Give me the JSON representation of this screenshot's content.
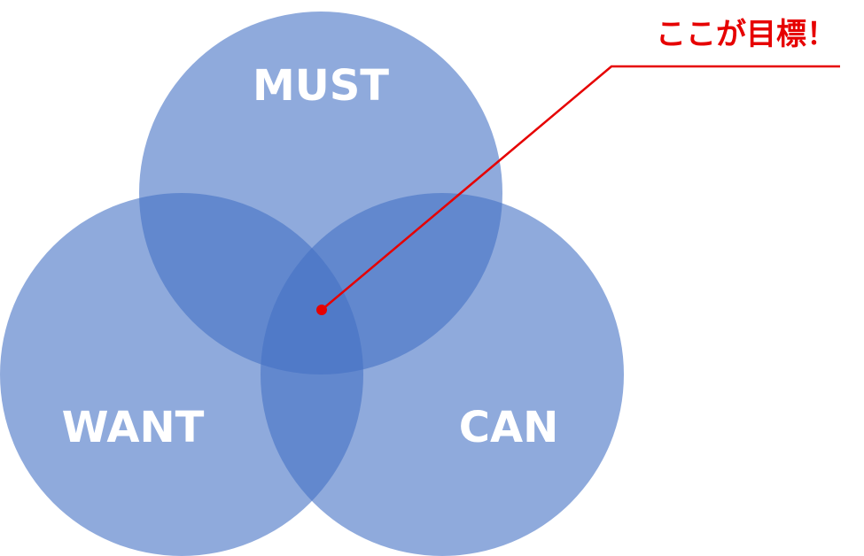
{
  "diagram": {
    "circles": [
      {
        "id": "must",
        "label": "MUST"
      },
      {
        "id": "want",
        "label": "WANT"
      },
      {
        "id": "can",
        "label": "CAN"
      }
    ],
    "annotation": {
      "text": "ここが目標！"
    },
    "colors": {
      "circle_fill": "#4472c4",
      "circle_label": "#ffffff",
      "annotation": "#e60000",
      "background": "#ffffff"
    }
  }
}
